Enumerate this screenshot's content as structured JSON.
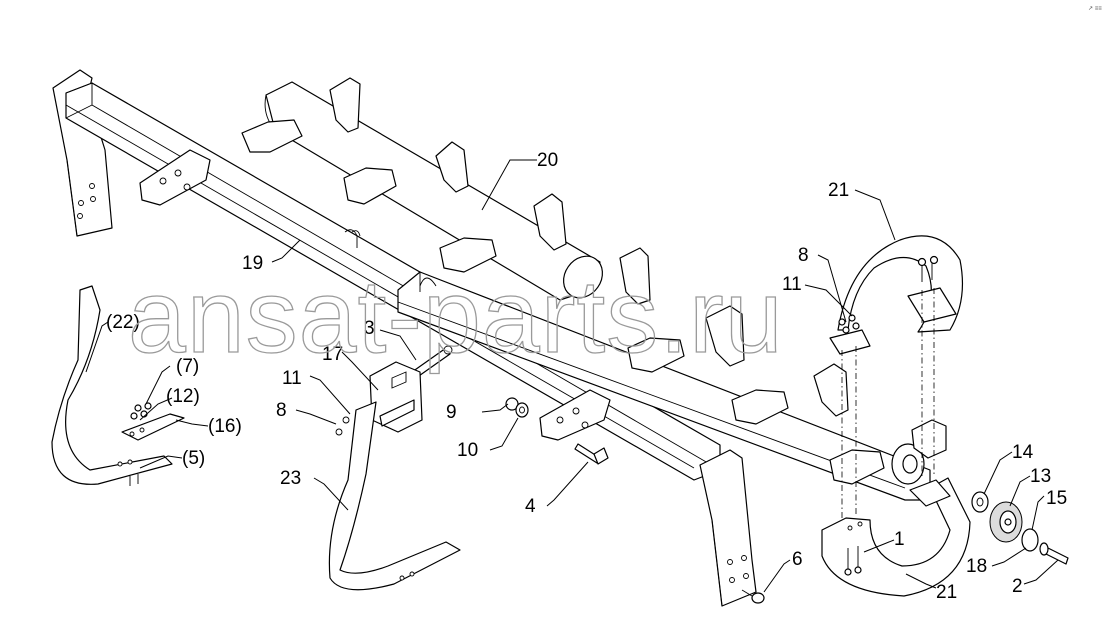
{
  "watermark": "ansat-parts.ru",
  "corner_mark": "↗ ≡≡",
  "callouts": [
    "20",
    "19",
    "21",
    "8",
    "11",
    "3",
    "17",
    "11",
    "8",
    "9",
    "10",
    "4",
    "(22)",
    "(7)",
    "(12)",
    "(16)",
    "(5)",
    "23",
    "6",
    "1",
    "21",
    "14",
    "13",
    "15",
    "18",
    "2"
  ]
}
